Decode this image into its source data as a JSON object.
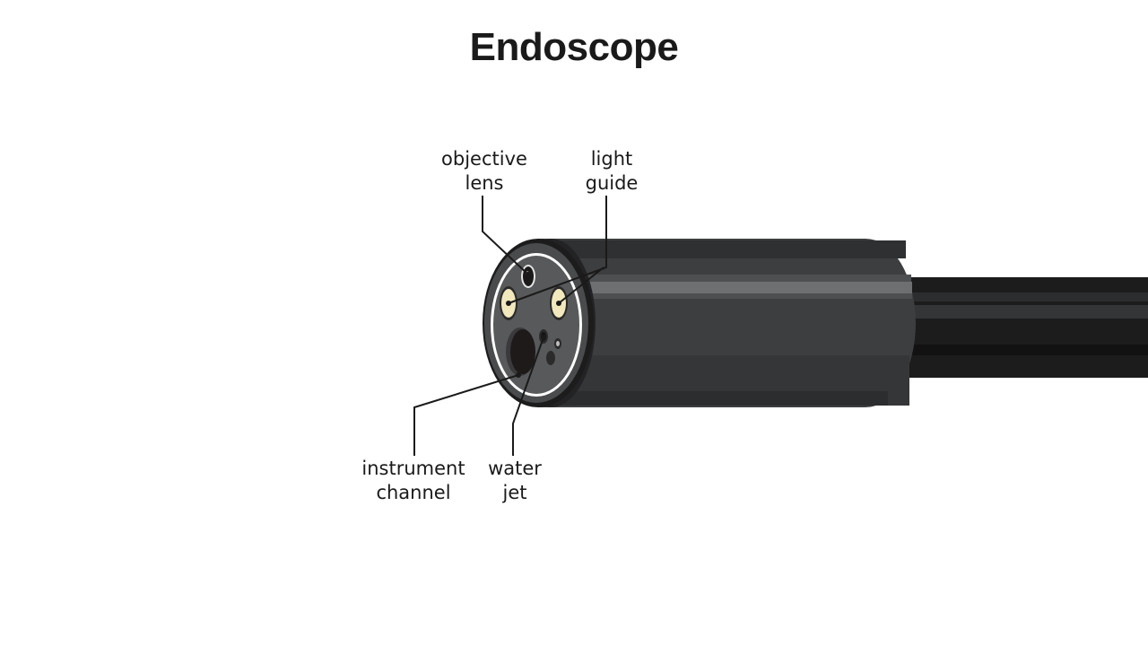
{
  "title": "Endoscope",
  "labels": {
    "objective_lens": [
      "objective",
      "lens"
    ],
    "light_guide": [
      "light",
      "guide"
    ],
    "instrument_channel": [
      "instrument",
      "channel"
    ],
    "water_jet": [
      "water",
      "jet"
    ]
  },
  "colors": {
    "tube_body": "#3d3e40",
    "tube_dark": "#2a2b2d",
    "tube_highlight": "#6e6f71",
    "cable": "#1c1c1d",
    "tip_face": "#57585a",
    "light_guide": "#f1e8bd",
    "channel": "#1f1a1a",
    "leader_line": "#1a1a1a"
  }
}
